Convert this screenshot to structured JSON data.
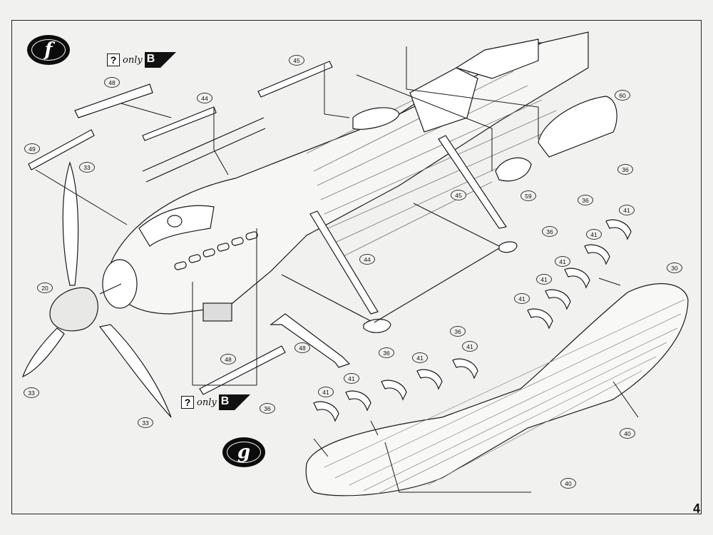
{
  "steps": {
    "f": "f",
    "g": "g"
  },
  "notes": [
    {
      "q": "?",
      "only": "only",
      "variant": "B"
    },
    {
      "q": "?",
      "only": "only",
      "variant": "B"
    }
  ],
  "part_callouts": {
    "p48a": "48",
    "p44a": "44",
    "p45a": "45",
    "p49": "49",
    "p33a": "33",
    "p60": "60",
    "p59": "59",
    "p45b": "45",
    "p36a": "36",
    "p36b": "36",
    "p41a": "41",
    "p36c": "36",
    "p41b": "41",
    "p41c": "41",
    "p41d": "41",
    "p41e": "41",
    "p30": "30",
    "p44b": "44",
    "p20": "20",
    "p48b": "48",
    "p48c": "48",
    "p33b": "33",
    "p33c": "33",
    "p36d": "36",
    "p41f": "41",
    "p36e": "36",
    "p41g": "41",
    "p41h": "41",
    "p36f": "36",
    "p41i": "41",
    "p36g": "36",
    "p40a": "40",
    "p40b": "40"
  },
  "page_number": "4"
}
